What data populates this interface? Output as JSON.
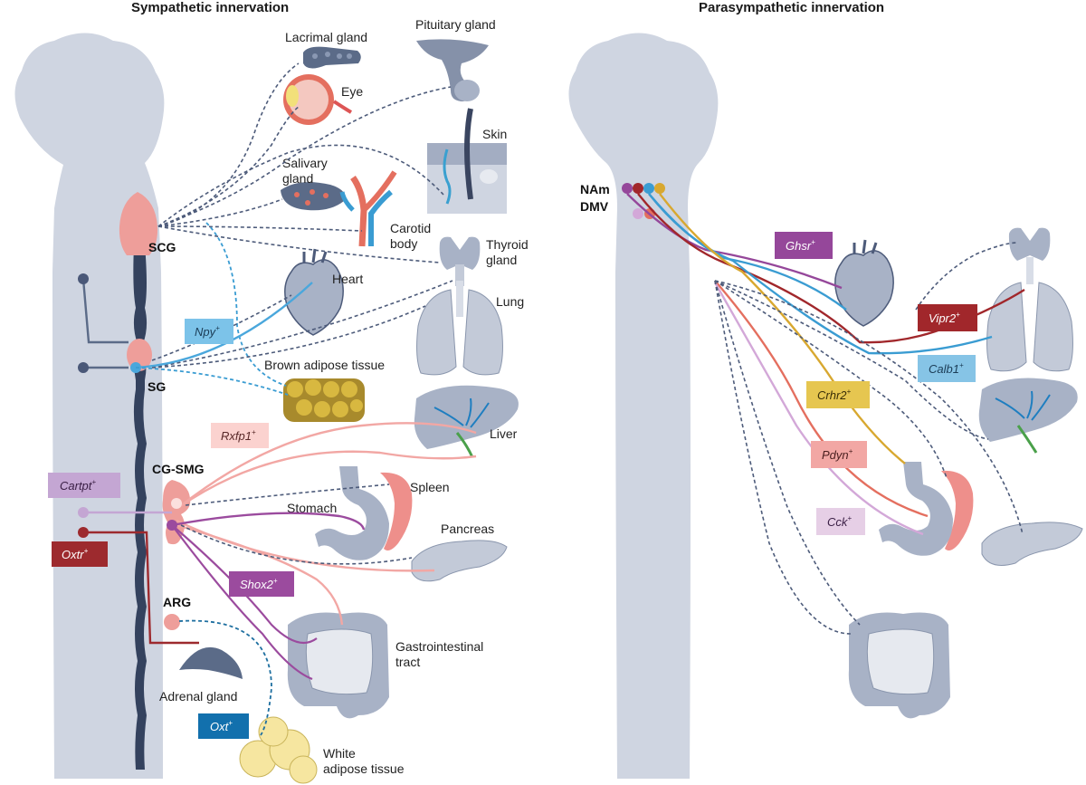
{
  "titles": {
    "left": "Sympathetic innervation",
    "right": "Parasympathetic innervation"
  },
  "ganglia": {
    "scg": "SCG",
    "sg": "SG",
    "cg_smg": "CG-SMG",
    "arg": "ARG",
    "nam": "NAm",
    "dmv": "DMV"
  },
  "organs": {
    "lacrimal": "Lacrimal gland",
    "eye": "Eye",
    "pituitary": "Pituitary gland",
    "skin": "Skin",
    "salivary": [
      "Salivary",
      "gland"
    ],
    "carotid": [
      "Carotid",
      "body"
    ],
    "thyroid": [
      "Thyroid",
      "gland"
    ],
    "heart": "Heart",
    "lung": "Lung",
    "bat": "Brown adipose tissue",
    "liver": "Liver",
    "spleen": "Spleen",
    "stomach": "Stomach",
    "pancreas": "Pancreas",
    "gi": [
      "Gastrointestinal",
      "tract"
    ],
    "adrenal": "Adrenal gland",
    "wat": [
      "White",
      "adipose tissue"
    ]
  },
  "markers": {
    "npy": "Npy",
    "rxfp1": "Rxfp1",
    "cartpt": "Cartpt",
    "oxtr": "Oxtr",
    "shox2": "Shox2",
    "oxt": "Oxt",
    "ghsr": "Ghsr",
    "vipr2": "Vipr2",
    "calb1": "Calb1",
    "crhr2": "Crhr2",
    "pdyn": "Pdyn",
    "cck": "Cck",
    "plus": "+"
  },
  "colors": {
    "body": "#cfd5e1",
    "spine": "#34425e",
    "ganglion": "#ee9e9a",
    "npy": "#7cc3e9",
    "rxfp1": "#f6c5c2",
    "cartpt": "#c4a6d3",
    "oxtr": "#9d2a2e",
    "shox2": "#9b4b9e",
    "oxt": "#1270ad",
    "ghsr": "#95479a",
    "vipr2": "#a1272b",
    "calb1": "#86c4e6",
    "crhr2": "#e6c650",
    "pdyn": "#f2a7a4",
    "cck": "#e6cfe6"
  }
}
